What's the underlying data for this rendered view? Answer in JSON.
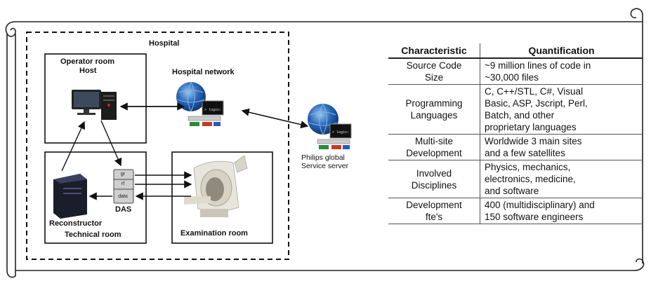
{
  "diagram": {
    "hospital_label": "Hospital",
    "operator_room_line1": "Operator room",
    "operator_room_line2": "Host",
    "hospital_network_label": "Hospital network",
    "philips_line1": "Philips global",
    "philips_line2": "Service server",
    "das_label": "DAS",
    "das_rows": [
      "gr",
      "rf",
      "data"
    ],
    "reconstructor_label": "Reconstructor",
    "technical_room_label": "Technical room",
    "examination_room_label": "Examination room",
    "screen_prompt": "> login:"
  },
  "table": {
    "headers": [
      "Characteristic",
      "Quantification"
    ],
    "rows": [
      {
        "characteristic": [
          "Source Code",
          "Size"
        ],
        "quantification": [
          "~9 million lines of code in",
          "~30,000 files"
        ]
      },
      {
        "characteristic": [
          "Programming",
          "Languages"
        ],
        "quantification": [
          "C, C++/STL, C#, Visual",
          "Basic, ASP, Jscript, Perl,",
          "Batch, and other",
          "proprietary languages"
        ]
      },
      {
        "characteristic": [
          "Multi-site",
          "Development"
        ],
        "quantification": [
          "Worldwide 3 main sites",
          "and a few satellites"
        ]
      },
      {
        "characteristic": [
          "Involved",
          "Disciplines"
        ],
        "quantification": [
          "Physics, mechanics,",
          "electronics, medicine,",
          "and software"
        ]
      },
      {
        "characteristic": [
          "Development",
          "fte's"
        ],
        "quantification": [
          "400 (multidisciplinary) and",
          "150 software engineers"
        ]
      }
    ]
  }
}
